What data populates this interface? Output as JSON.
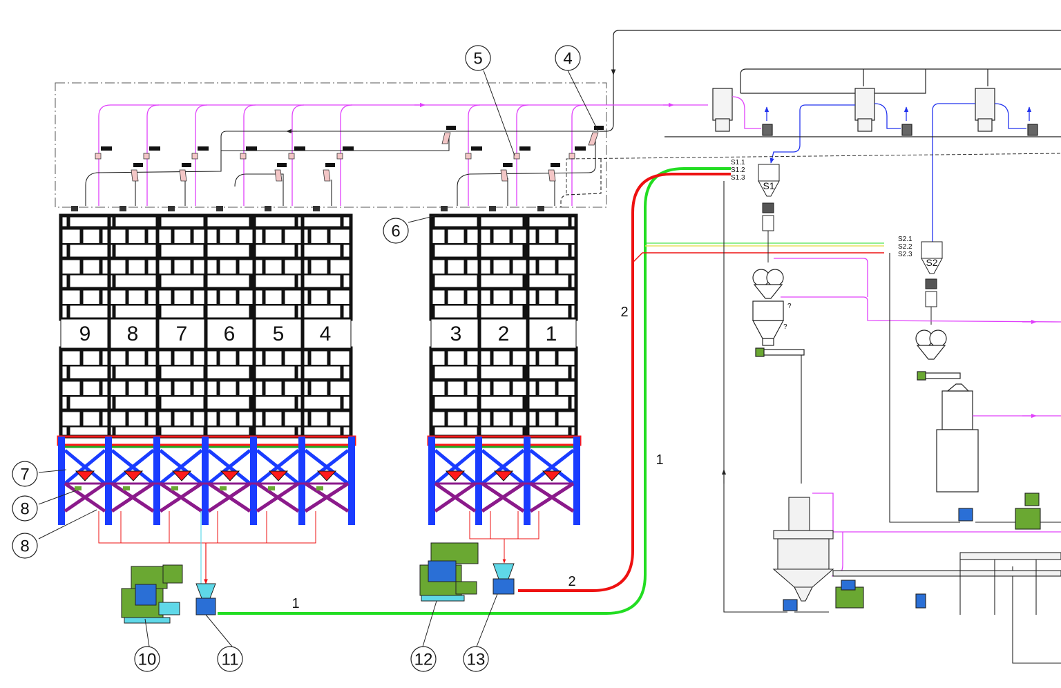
{
  "silos": {
    "group_a": [
      "9",
      "8",
      "7",
      "6",
      "5",
      "4"
    ],
    "group_b": [
      "3",
      "2",
      "1"
    ]
  },
  "callouts": {
    "c4": "4",
    "c5": "5",
    "c6": "6",
    "c7": "7",
    "c8a": "8",
    "c8b": "8",
    "c10": "10",
    "c11": "11",
    "c12": "12",
    "c13": "13"
  },
  "line_labels": {
    "green_bottom": "1",
    "red_bottom": "2",
    "red_vertical": "2",
    "green_vertical": "1"
  },
  "separators": {
    "s1": {
      "name": "S1",
      "ports": [
        "S1.1",
        "S1.2",
        "S1.3"
      ]
    },
    "s2": {
      "name": "S2",
      "ports": [
        "S2.1",
        "S2.2",
        "S2.3"
      ]
    }
  },
  "marks": {
    "q1": "?",
    "q2": "?"
  },
  "colors": {
    "magenta_line": "#e040fb",
    "green_line": "#22dd22",
    "red_line": "#ee1111",
    "blue_line": "#2233ee",
    "yellow_line": "#e8e060",
    "frame_blue": "#1a3cff",
    "brace_purple": "#8b1a8b",
    "hopper_red": "#ff1a1a",
    "motor_green": "#6aa832",
    "pump_blue": "#2a6fd6",
    "cyan": "#5fd8e8"
  }
}
